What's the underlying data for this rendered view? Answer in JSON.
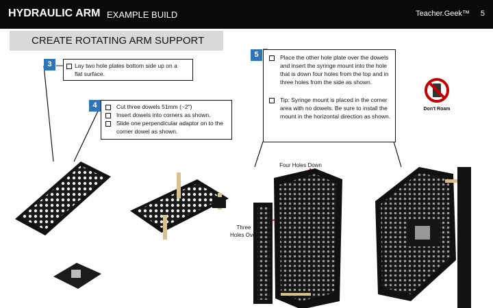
{
  "header": {
    "title": "HYDRAULIC ARM",
    "subtitle": "EXAMPLE BUILD",
    "brand": "Teacher.Geek™",
    "page_number": "5"
  },
  "section_title": "CREATE ROTATING ARM SUPPORT",
  "steps": {
    "step3": {
      "number": "3",
      "items": [
        "Lay two hole plates bottom side up on a flat surface."
      ]
    },
    "step4": {
      "number": "4",
      "items": [
        "Cut three dowels 51mm (~2\")",
        "Insert dowels into corners as shown.",
        "Slide one perpendicular adaptor on to the corner dowel as shown."
      ]
    },
    "step5": {
      "number": "5",
      "items": [
        "Place the other hole plate over the dowels and insert the syringe mount into the hole that is down four holes from the top and in three holes from the side as shown.",
        "Tip: Syringe mount is placed in the corner area with no dowels. Be sure to install the mount in the horizontal direction as shown."
      ]
    }
  },
  "callouts": {
    "four_holes_down": "Four Holes Down",
    "three_holes_over": "Three Holes Over",
    "dont_roam": "Don't Roam"
  },
  "colors": {
    "step_badge": "#2e75b6",
    "callout_line": "#e02020",
    "plate": "#1a1a1a",
    "dowel": "#d9c08c"
  }
}
